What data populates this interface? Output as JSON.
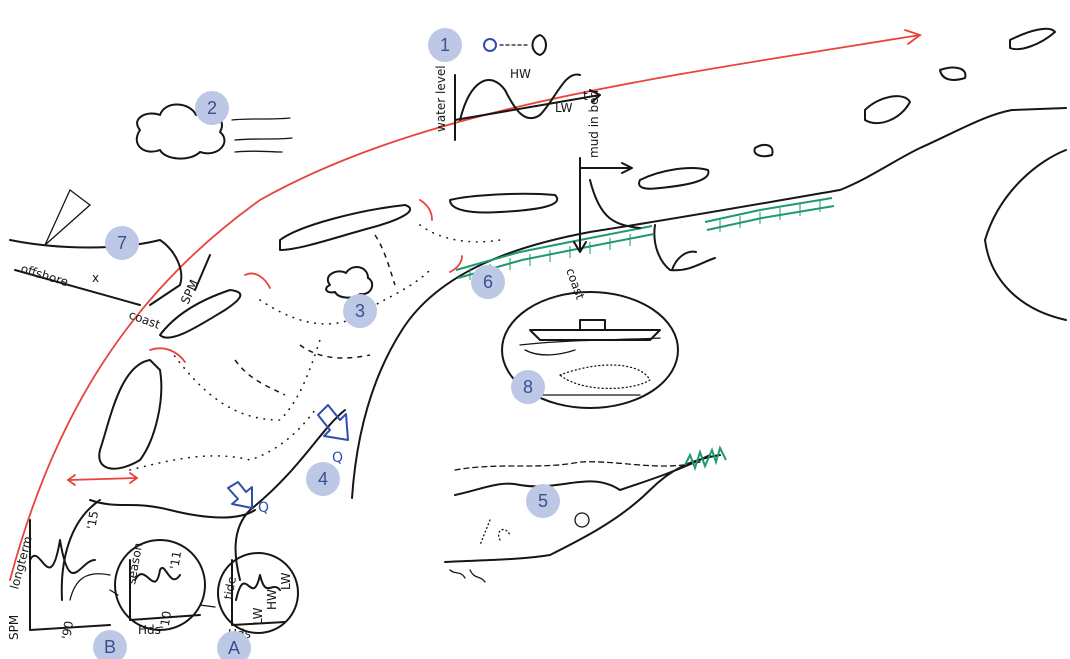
{
  "markers": {
    "m1": "1",
    "m2": "2",
    "m3": "3",
    "m4": "4",
    "m5": "5",
    "m6": "6",
    "m7": "7",
    "m8": "8",
    "mA": "A",
    "mB": "B"
  },
  "tide_sketch": {
    "y_label": "water level",
    "x_label": "t",
    "hw": "HW",
    "lw": "LW"
  },
  "sediment_sketch": {
    "y_label": "mud in bed",
    "x_label": "coast"
  },
  "profile_sketch": {
    "y_label": "SPM",
    "x_label": "coast",
    "left_label": "offshore",
    "x_mark": "x"
  },
  "discharge": {
    "q1": "Q",
    "q2": "Q"
  },
  "longterm_sketch": {
    "y_label": "SPM",
    "title": "longterm",
    "tick_a": "'90",
    "tick_b": "'15"
  },
  "season_sketch": {
    "title": "season",
    "x_label": "Hds",
    "tick_a": "'11",
    "tick_b": "'10"
  },
  "tide_circle": {
    "title": "tide",
    "x_label": "Hds",
    "lw1": "LW",
    "hw": "HW",
    "lw2": "LW"
  },
  "colors": {
    "red_line": "#e8433c",
    "blue_arrow": "#2f4fb0",
    "green_mesh": "#1f9a6e",
    "badge": "#bcc8e6"
  }
}
